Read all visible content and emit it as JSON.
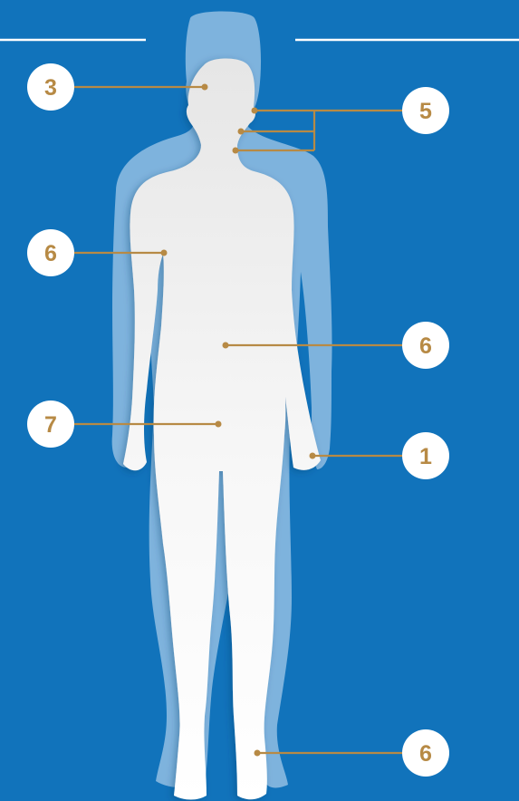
{
  "colors": {
    "background": "#1173bb",
    "back_silhouette": "#7eb3dd",
    "front_silhouette": "#f2f2f2",
    "leader": "#b78a45",
    "badge_fill": "#ffffff",
    "header_line": "#ffffff"
  },
  "callouts": [
    {
      "id": "left-3",
      "label": "3"
    },
    {
      "id": "right-5",
      "label": "5"
    },
    {
      "id": "left-6",
      "label": "6"
    },
    {
      "id": "right-6-mid",
      "label": "6"
    },
    {
      "id": "left-7",
      "label": "7"
    },
    {
      "id": "right-1",
      "label": "1"
    },
    {
      "id": "right-6-bot",
      "label": "6"
    }
  ]
}
